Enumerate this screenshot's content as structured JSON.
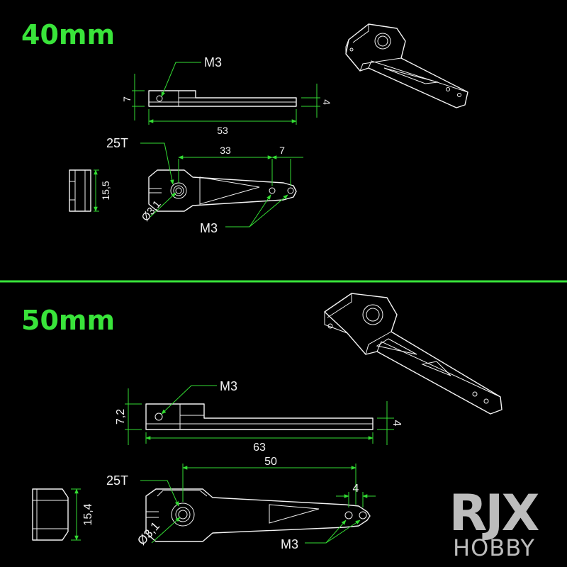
{
  "colors": {
    "background": "#000000",
    "accent_green": "#39e43a",
    "dimension_green": "#33dd33",
    "line_white": "#f2f2f2",
    "brand_gray": "#bcbcbc"
  },
  "section_40": {
    "title": "40mm",
    "side_view": {
      "hole_label": "M3",
      "height_label": "7",
      "length_label": "53",
      "thickness_label": "4"
    },
    "top_view": {
      "spline_label": "25T",
      "pitch_label": "33",
      "spacing_label": "7",
      "bore_label": "Ø3,1",
      "holes_label": "M3",
      "width_label": "15,5"
    }
  },
  "section_50": {
    "title": "50mm",
    "side_view": {
      "hole_label": "M3",
      "height_label": "7,2",
      "length_label": "63",
      "thickness_label": "4"
    },
    "top_view": {
      "spline_label": "25T",
      "pitch_label": "50",
      "spacing_label": "4",
      "bore_label": "Ø3,1",
      "holes_label": "M3",
      "width_label": "15,4"
    }
  },
  "divider": {
    "color": "#39e43a"
  },
  "brand": {
    "logo_text": "RJX",
    "sub_text": "HOBBY"
  }
}
